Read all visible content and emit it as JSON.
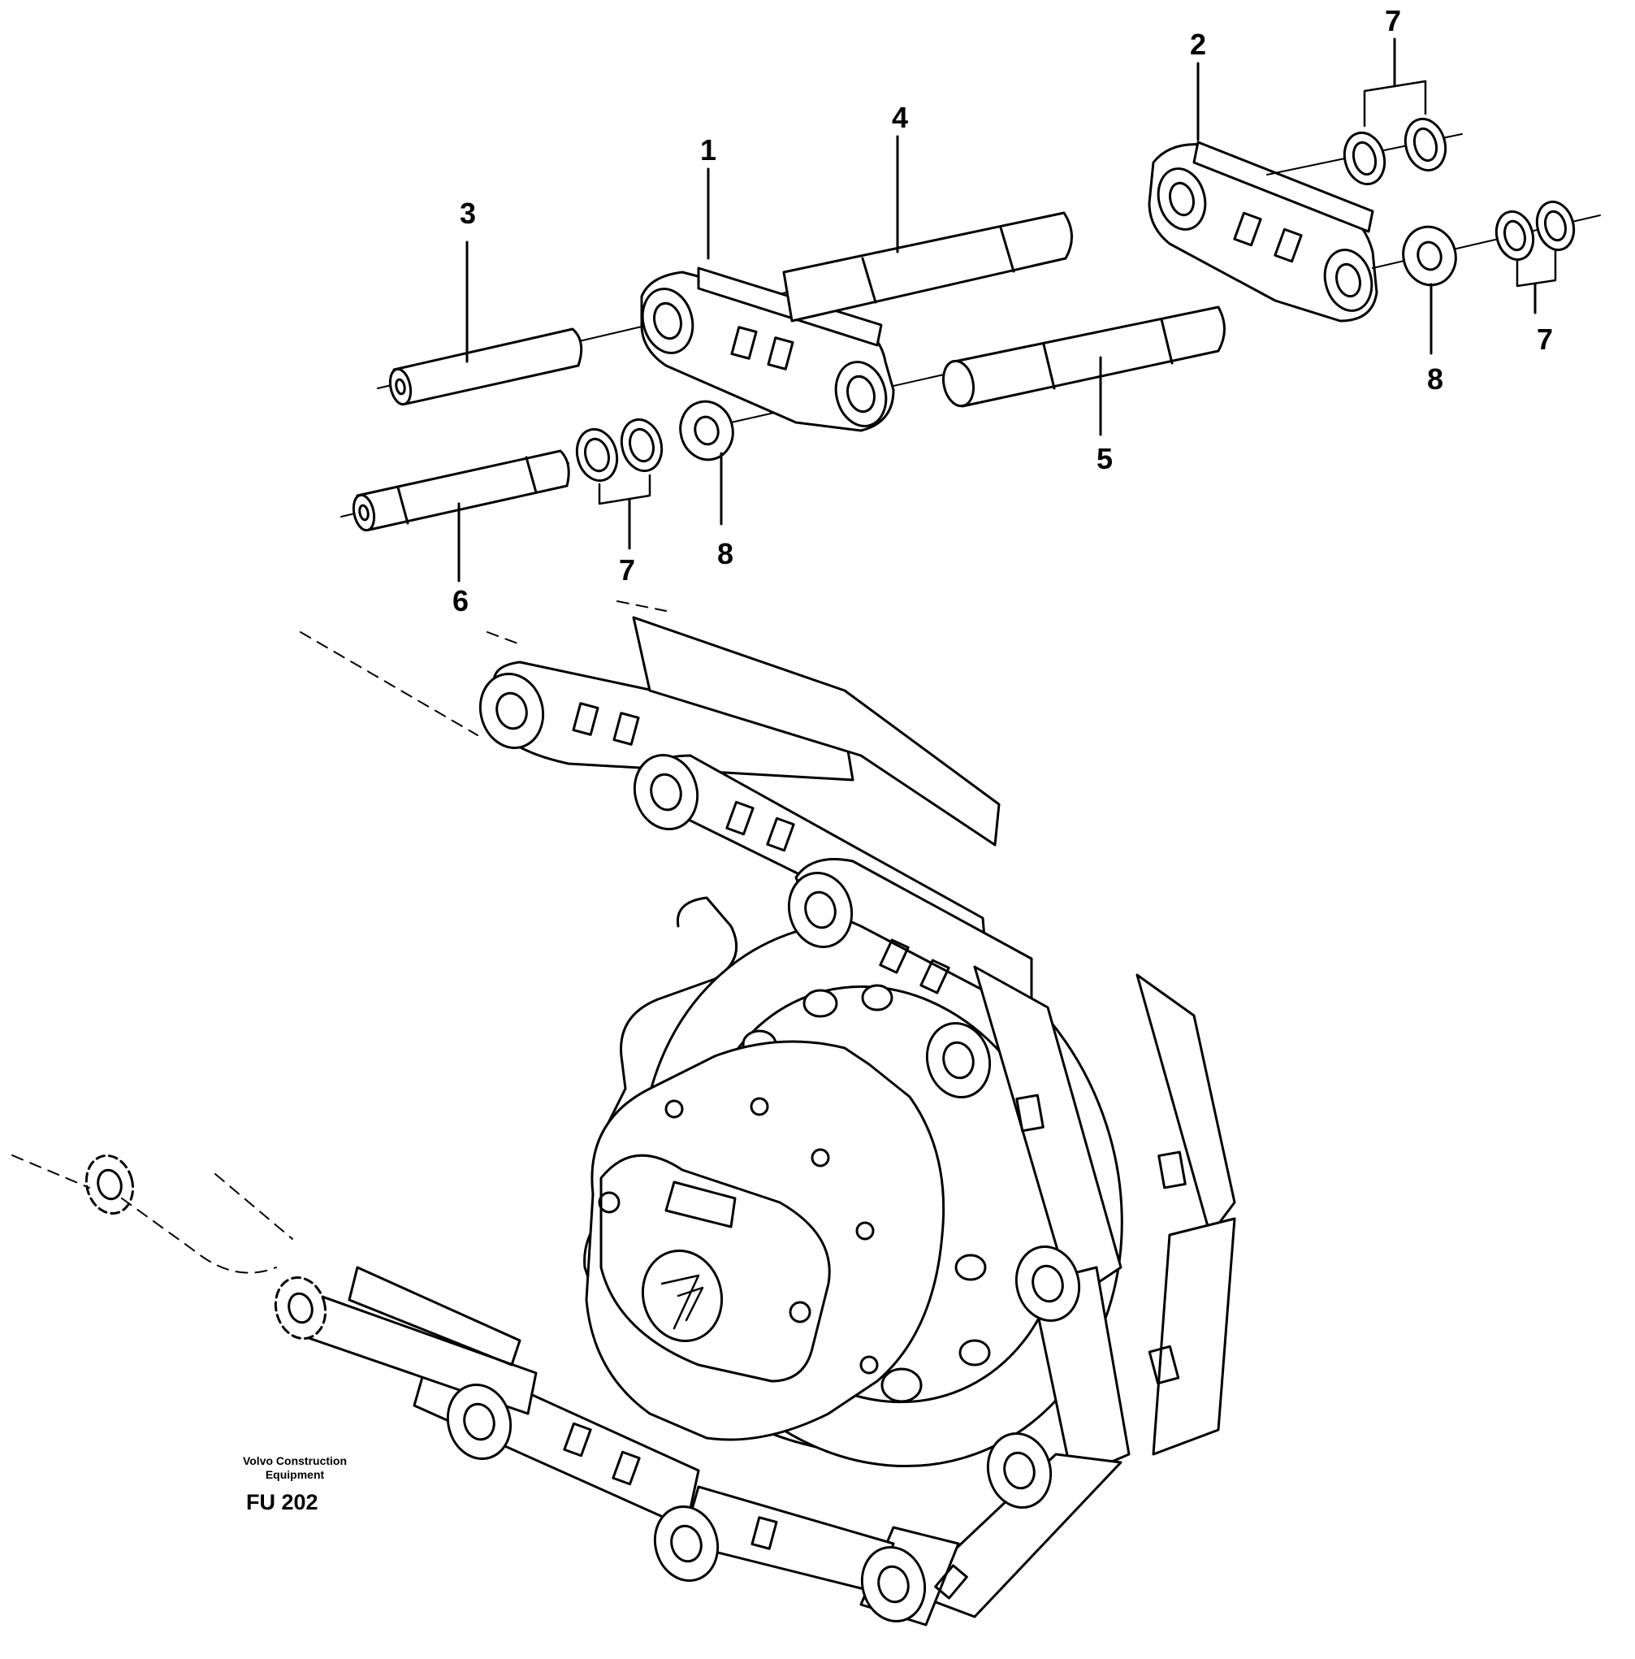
{
  "callouts": {
    "c1": "1",
    "c2": "2",
    "c3": "3",
    "c4": "4",
    "c5": "5",
    "c6": "6",
    "c7a": "7",
    "c7b": "7",
    "c7c": "7",
    "c8a": "8",
    "c8b": "8"
  },
  "brand": {
    "line1": "Volvo Construction",
    "line2": "Equipment"
  },
  "figure_code": "FU 202",
  "parts": [
    {
      "ref": "1",
      "depicts": "track-link-left"
    },
    {
      "ref": "2",
      "depicts": "track-link-right"
    },
    {
      "ref": "3",
      "depicts": "track-pin"
    },
    {
      "ref": "4",
      "depicts": "bushing"
    },
    {
      "ref": "5",
      "depicts": "bushing"
    },
    {
      "ref": "6",
      "depicts": "master-pin"
    },
    {
      "ref": "7",
      "depicts": "seal-pair"
    },
    {
      "ref": "8",
      "depicts": "spacer-ring"
    }
  ]
}
